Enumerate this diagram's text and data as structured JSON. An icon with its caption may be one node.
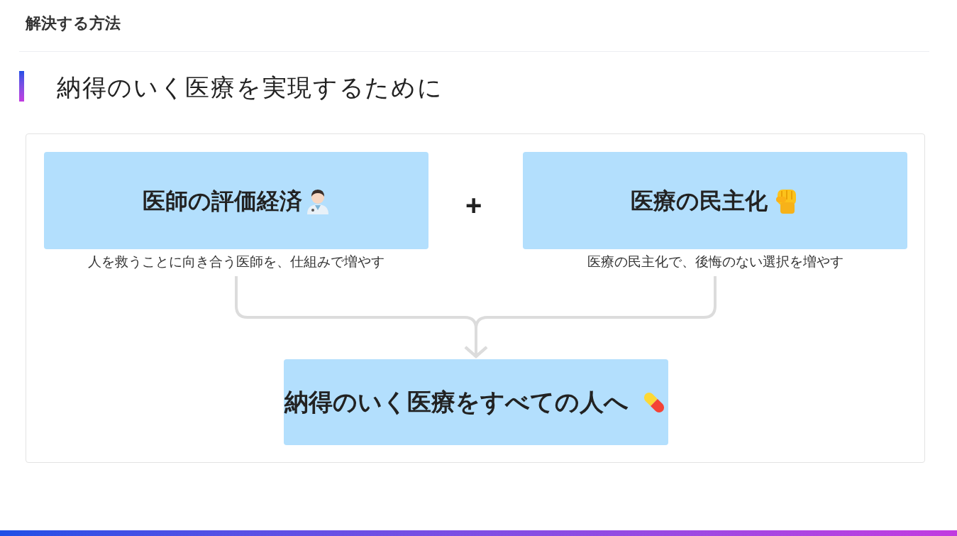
{
  "diagram": {
    "title": "解決する方法",
    "nodes": [
      {
        "text": [],
        "shape": "box"
      },
      {
        "text": [
          "医師の評価経済"
        ],
        "in": 0,
        "beside": [
          "人を救うことに向き合う医師を、仕組みで増やす"
        ]
      },
      {
        "text": [
          "医療の民主化"
        ],
        "in": 0,
        "beside": [
          "医療の民主化で、後悔のない選択を増やす"
        ]
      },
      {
        "text": [
          "納得のいく医療をすべての人へ"
        ],
        "in": 0
      }
    ],
    "edges": [
      {
        "from": 1,
        "to": 3,
        "arrow": "to"
      },
      {
        "from": 2,
        "to": 3,
        "arrow": "to"
      }
    ],
    "labels": [
      "納得のいく医療を実現するために",
      "+"
    ]
  }
}
